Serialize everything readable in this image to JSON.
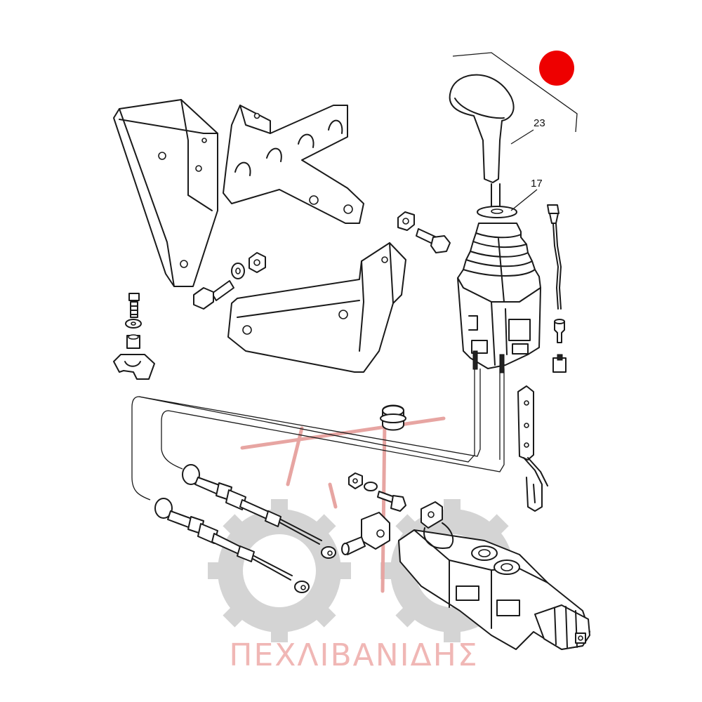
{
  "diagram": {
    "callouts": [
      {
        "id": "23",
        "label": "23"
      },
      {
        "id": "17",
        "label": "17"
      }
    ],
    "marker": {
      "color": "#ee0000"
    },
    "watermark": {
      "text": "ΠΕΧΛΙΒΑΝΙΔΗΣ",
      "text_color": "#f0b7b5",
      "gear_color": "#d4d4d4",
      "logo_color": "#e7a5a2"
    },
    "line_color": "#1a1a1a"
  }
}
